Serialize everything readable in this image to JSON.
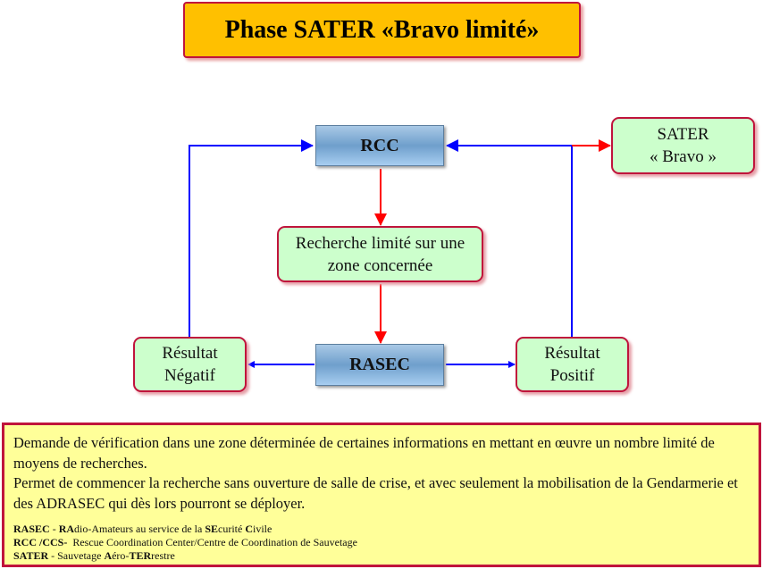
{
  "title": "Phase SATER «Bravo limité»",
  "nodes": {
    "rcc": "RCC",
    "sater_line1": "SATER",
    "sater_line2": "« Bravo »",
    "recherche_line1": "Recherche limité sur une",
    "recherche_line2": "zone concernée",
    "rasec": "RASEC",
    "negatif_line1": "Résultat",
    "negatif_line2": "Négatif",
    "positif_line1": "Résultat",
    "positif_line2": "Positif"
  },
  "info": {
    "paragraph1": "Demande de vérification dans une zone déterminée de certaines informations en mettant en œuvre un nombre limité de moyens de recherches.",
    "paragraph2": "Permet de commencer la recherche sans ouverture de salle de crise, et avec seulement la mobilisation de la Gendarmerie et des ADRASEC qui dès lors pourront se déployer.",
    "definitions": [
      {
        "term": "RASEC",
        "parts": [
          " - ",
          "RA",
          "dio-Amateurs au service de la ",
          "SE",
          "curité ",
          "C",
          "ivile"
        ]
      },
      {
        "term": "RCC /CCS-",
        "parts": [
          "  Rescue Coordination Center/Centre de Coordination de Sauvetage"
        ]
      },
      {
        "term": "SATER",
        "parts": [
          " - Sauvetage ",
          "A",
          "éro-",
          "TER",
          "restre"
        ]
      }
    ]
  },
  "colors": {
    "flow_red": "#ff0000",
    "flow_blue": "#0000ff",
    "box_green": "#ccffcc",
    "border": "#c0143c",
    "title_bg": "#FFC000",
    "info_bg": "#ffff99"
  }
}
